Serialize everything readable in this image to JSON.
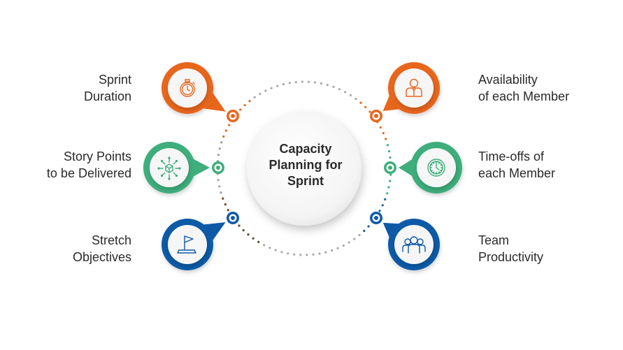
{
  "center": {
    "lines": [
      "Capacity",
      "Planning for",
      "Sprint"
    ]
  },
  "items": [
    {
      "key": "sprint-duration",
      "lines": [
        "Sprint",
        "Duration"
      ],
      "icon": "stopwatch-icon",
      "color": "#e8661c"
    },
    {
      "key": "story-points",
      "lines": [
        "Story Points",
        "to be Delivered"
      ],
      "icon": "package-arrows-icon",
      "color": "#3eae7c"
    },
    {
      "key": "stretch-objectives",
      "lines": [
        "Stretch",
        "Objectives"
      ],
      "icon": "flag-icon",
      "color": "#0e5aa7"
    },
    {
      "key": "availability",
      "lines": [
        "Availability",
        "of each Member"
      ],
      "icon": "person-icon",
      "color": "#e8661c"
    },
    {
      "key": "time-offs",
      "lines": [
        "Time-offs of",
        "each Member"
      ],
      "icon": "clock-icon",
      "color": "#3eae7c"
    },
    {
      "key": "team-productivity",
      "lines": [
        "Team",
        "Productivity"
      ],
      "icon": "team-icon",
      "color": "#0e5aa7"
    }
  ]
}
